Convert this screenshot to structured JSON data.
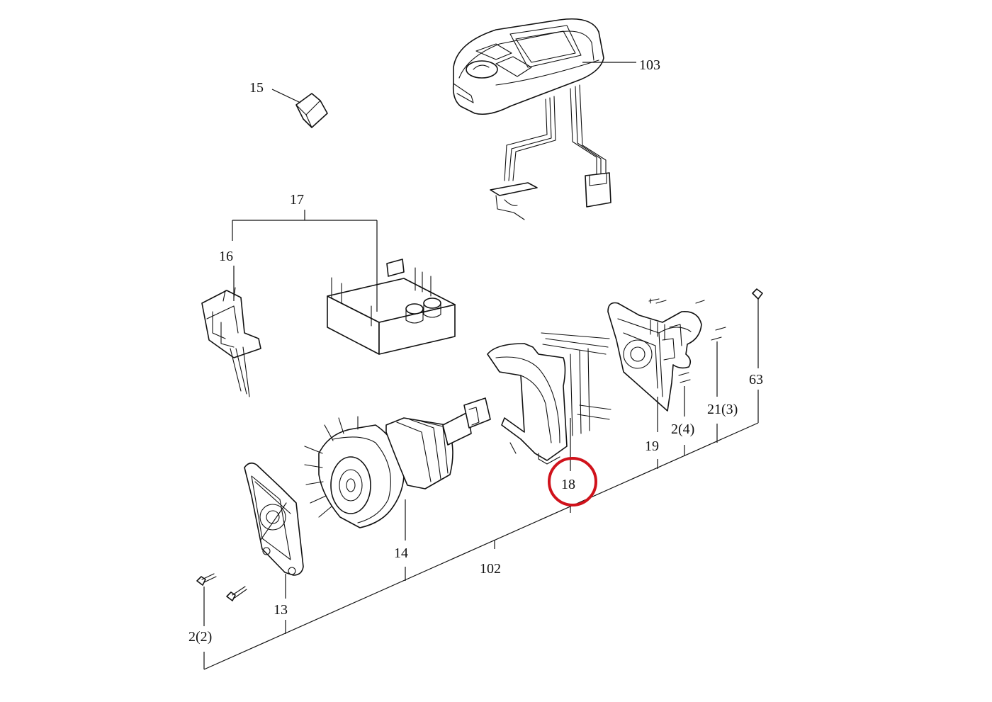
{
  "colors": {
    "highlight": "#d0121b",
    "line": "#111111",
    "background": "#ffffff"
  },
  "callouts": {
    "p103": "103",
    "p15": "15",
    "p17": "17",
    "p16": "16",
    "p63": "63",
    "p213": "21(3)",
    "p24": "2(4)",
    "p19": "19",
    "p18": "18",
    "p14": "14",
    "p102": "102",
    "p13": "13",
    "p22": "2(2)"
  },
  "highlighted_part": "18"
}
